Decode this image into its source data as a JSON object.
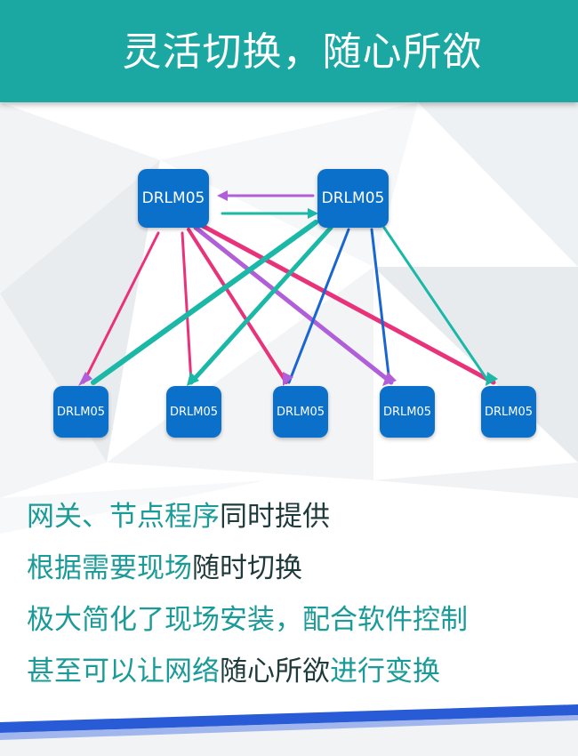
{
  "header": {
    "title": "灵活切换，随心所欲"
  },
  "diagram": {
    "nodes": [
      {
        "id": "top-left",
        "label": "DRLM05"
      },
      {
        "id": "top-right",
        "label": "DRLM05"
      },
      {
        "id": "bottom-1",
        "label": "DRLM05"
      },
      {
        "id": "bottom-2",
        "label": "DRLM05"
      },
      {
        "id": "bottom-3",
        "label": "DRLM05"
      },
      {
        "id": "bottom-4",
        "label": "DRLM05"
      },
      {
        "id": "bottom-5",
        "label": "DRLM05"
      }
    ],
    "colors": {
      "node": "#0b70c9",
      "arrow_pink": "#e8337a",
      "arrow_purple": "#b05fd8",
      "arrow_teal": "#1bb8a8",
      "arrow_blue": "#1a66d0"
    }
  },
  "text_lines": [
    {
      "parts": [
        {
          "text": "网关、节点程序",
          "color": "teal"
        },
        {
          "text": "同时提供",
          "color": "dark"
        }
      ]
    },
    {
      "parts": [
        {
          "text": "根据需要现场",
          "color": "teal"
        },
        {
          "text": "随时切换",
          "color": "dark"
        }
      ]
    },
    {
      "parts": [
        {
          "text": "极大简化了现场安装，配合软件控制",
          "color": "teal"
        }
      ]
    },
    {
      "parts": [
        {
          "text": "甚至可以让网络",
          "color": "teal"
        },
        {
          "text": "随心所欲",
          "color": "dark"
        },
        {
          "text": "进行变换",
          "color": "teal"
        }
      ]
    }
  ],
  "theme": {
    "header_bg": "#1ba8a3",
    "teal_text": "#1b9b97",
    "dark_text": "#1f3a3a",
    "bottom_stripe": "#2a5bd7"
  }
}
